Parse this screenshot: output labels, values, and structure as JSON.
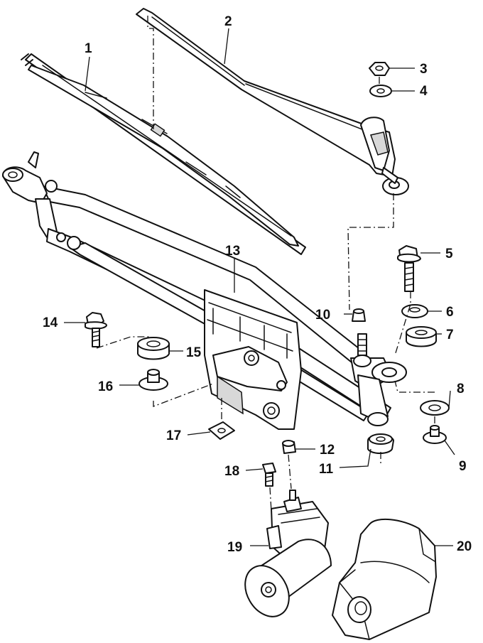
{
  "callouts": [
    {
      "id": 1,
      "label": "1"
    },
    {
      "id": 2,
      "label": "2"
    },
    {
      "id": 3,
      "label": "3"
    },
    {
      "id": 4,
      "label": "4"
    },
    {
      "id": 5,
      "label": "5"
    },
    {
      "id": 6,
      "label": "6"
    },
    {
      "id": 7,
      "label": "7"
    },
    {
      "id": 8,
      "label": "8"
    },
    {
      "id": 9,
      "label": "9"
    },
    {
      "id": 10,
      "label": "10"
    },
    {
      "id": 11,
      "label": "11"
    },
    {
      "id": 12,
      "label": "12"
    },
    {
      "id": 13,
      "label": "13"
    },
    {
      "id": 14,
      "label": "14"
    },
    {
      "id": 15,
      "label": "15"
    },
    {
      "id": 16,
      "label": "16"
    },
    {
      "id": 17,
      "label": "17"
    },
    {
      "id": 18,
      "label": "18"
    },
    {
      "id": 19,
      "label": "19"
    },
    {
      "id": 20,
      "label": "20"
    }
  ],
  "colors": {
    "ink": "#111111",
    "background": "#ffffff",
    "shading": "#d8d8d8"
  }
}
